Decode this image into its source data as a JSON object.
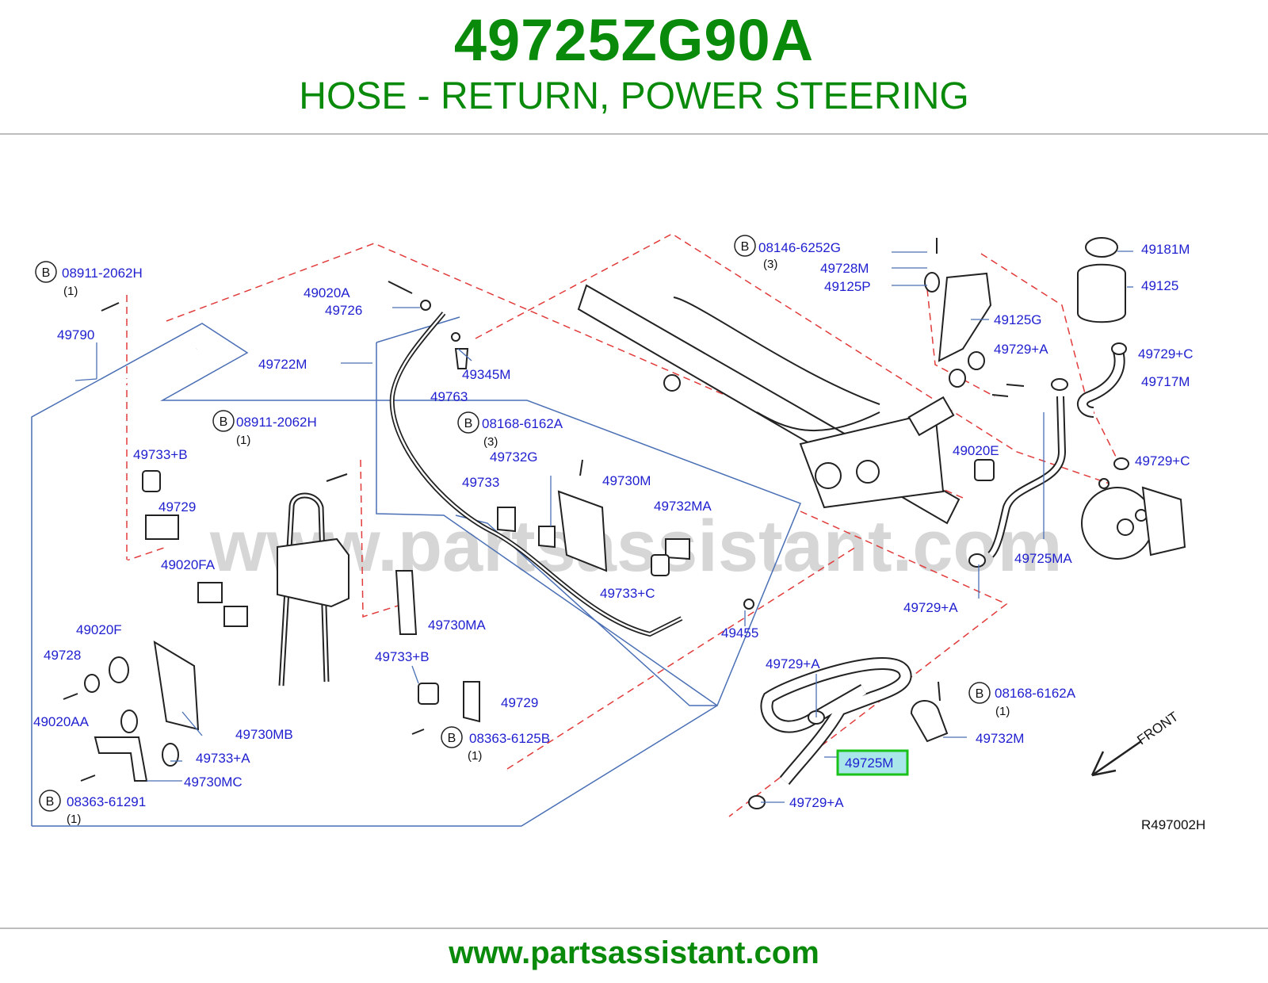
{
  "header": {
    "part_number": "49725ZG90A",
    "part_description": "HOSE - RETURN, POWER STEERING"
  },
  "footer": {
    "url": "www.partsassistant.com"
  },
  "watermark": "www.partsassistant.com",
  "diagram_code": "R497002H",
  "front_label": "FRONT",
  "bolt_symbol": "B",
  "highlighted_part": "49725M",
  "colors": {
    "title_green": "#0a8a0a",
    "label_blue": "#1f1fd0",
    "highlight": "#19c219",
    "highlight_fill": "#a9e6ea"
  },
  "labels": [
    "08911-2062H",
    "(1)",
    "49790",
    "49020A",
    "49726",
    "49722M",
    "49345M",
    "49763",
    "08911-2062H",
    "(1)",
    "08168-6162A",
    "(3)",
    "49733+B",
    "49729",
    "49732G",
    "49733",
    "49730M",
    "49732MA",
    "49020FA",
    "49733+C",
    "49730MA",
    "49020F",
    "49728",
    "49020AA",
    "49730MB",
    "49733+A",
    "49730MC",
    "08363-61291",
    "(1)",
    "49733+B",
    "49729",
    "08363-6125B",
    "(1)",
    "08146-6252G",
    "(3)",
    "49728M",
    "49125P",
    "49181M",
    "49125",
    "49125G",
    "49729+A",
    "49729+C",
    "49717M",
    "49020E",
    "49729+C",
    "49725MA",
    "49729+A",
    "49455",
    "49729+A",
    "08168-6162A",
    "(1)",
    "49732M",
    "49725M",
    "49729+A"
  ]
}
